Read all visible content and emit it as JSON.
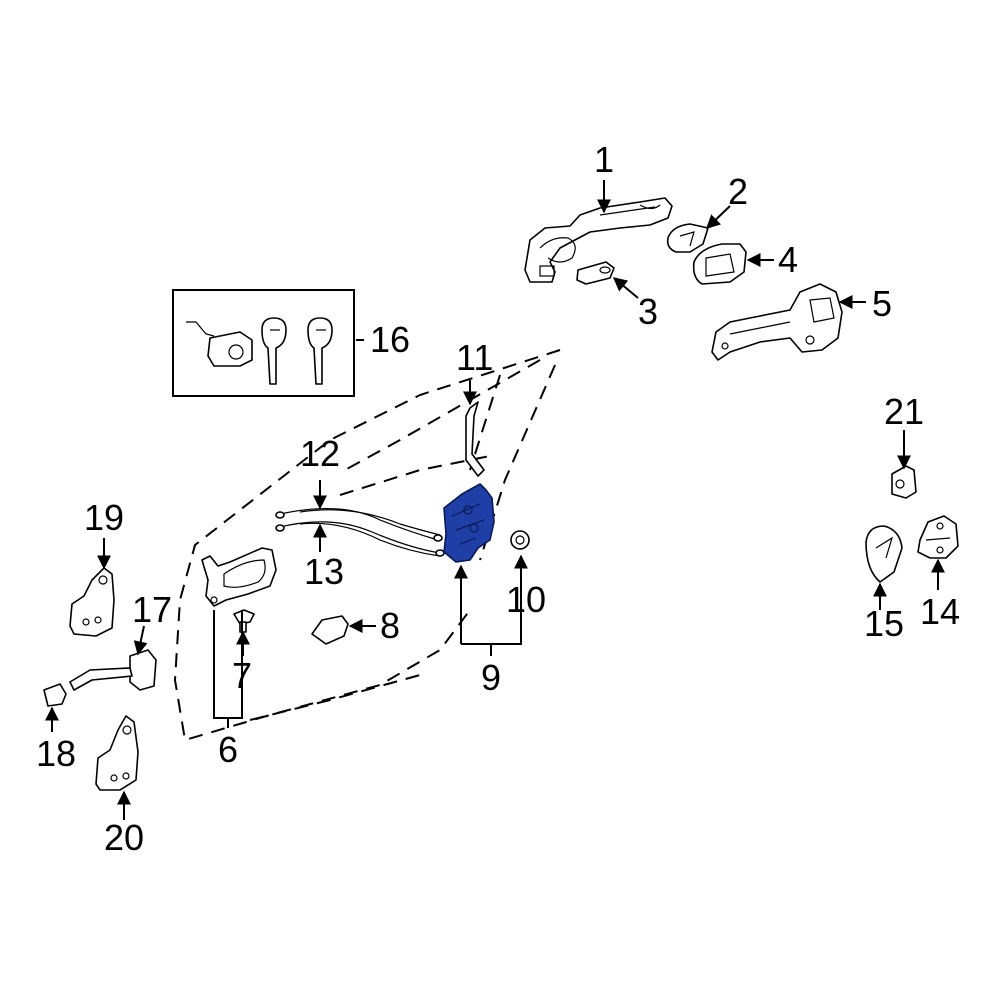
{
  "callouts": {
    "c1": "1",
    "c2": "2",
    "c3": "3",
    "c4": "4",
    "c5": "5",
    "c6": "6",
    "c7": "7",
    "c8": "8",
    "c9": "9",
    "c10": "10",
    "c11": "11",
    "c12": "12",
    "c13": "13",
    "c14": "14",
    "c15": "15",
    "c16": "16",
    "c17": "17",
    "c18": "18",
    "c19": "19",
    "c20": "20",
    "c21": "21"
  },
  "highlight_color": "#1f3fa6",
  "highlighted_part": "9"
}
